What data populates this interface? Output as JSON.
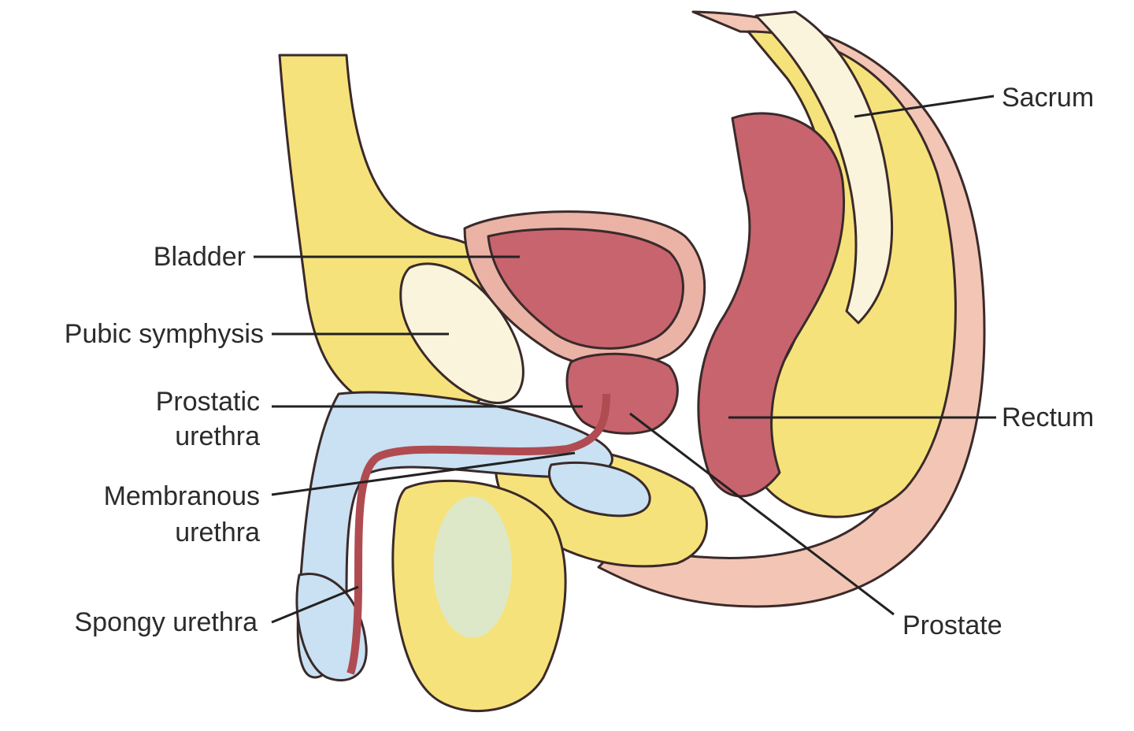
{
  "labels": {
    "bladder": "Bladder",
    "pubic_symphysis": "Pubic symphysis",
    "prostatic_urethra_1": "Prostatic",
    "prostatic_urethra_2": "urethra",
    "membranous_urethra_1": "Membranous",
    "membranous_urethra_2": "urethra",
    "spongy_urethra": "Spongy urethra",
    "sacrum": "Sacrum",
    "rectum": "Rectum",
    "prostate": "Prostate"
  },
  "colors": {
    "fat_yellow": "#f6e27a",
    "bone_cream": "#fbf4dc",
    "bladder_red": "#c8646e",
    "bladder_wall": "#eab3a6",
    "skin_pink": "#f3c5b4",
    "erectile_blue": "#c9e1f2",
    "outline": "#3a2a2a"
  }
}
